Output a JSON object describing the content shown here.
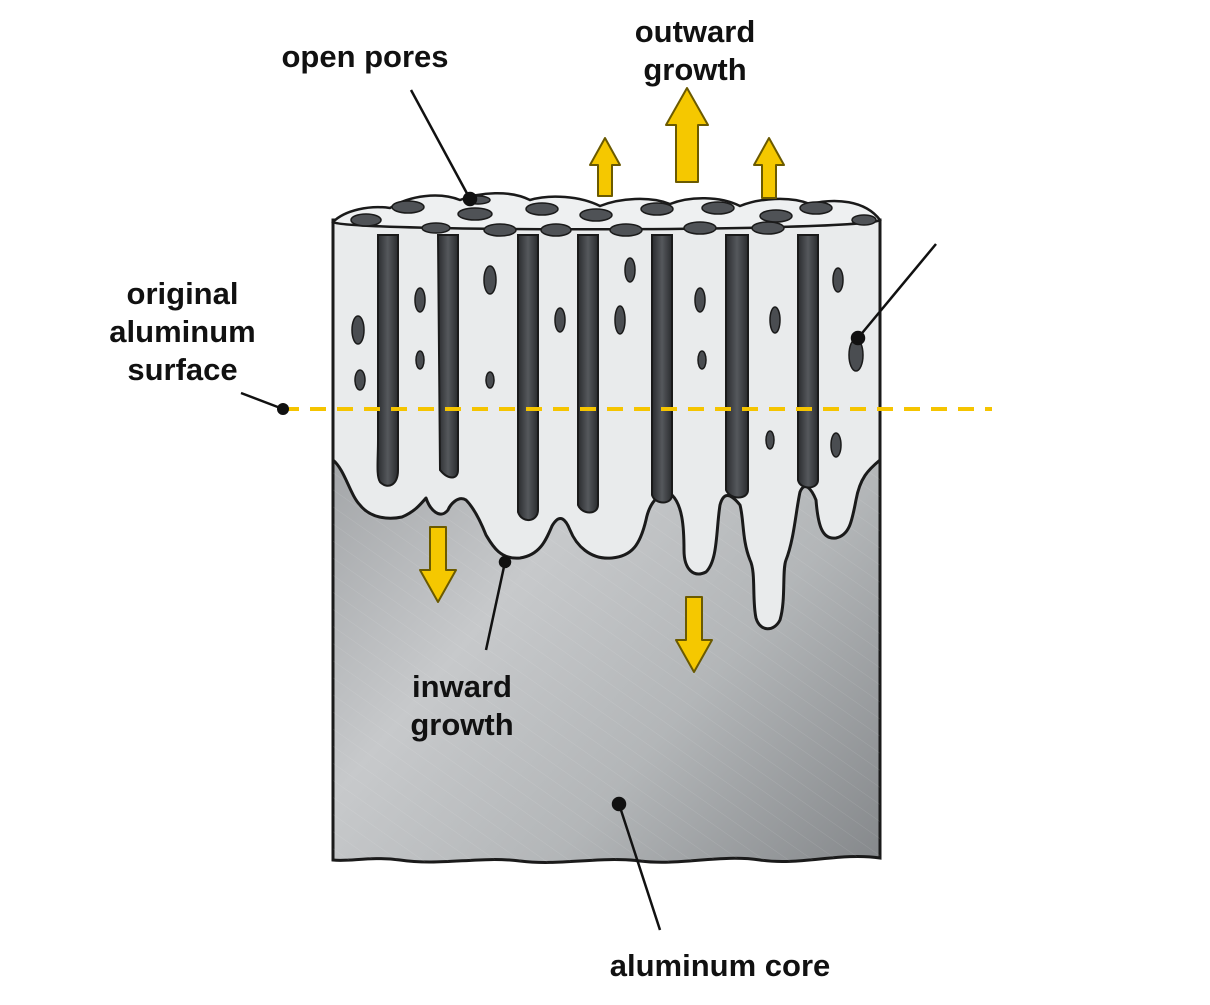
{
  "labels": {
    "open_pores": "open pores",
    "outward_growth": [
      "outward",
      "growth"
    ],
    "original_surface": [
      "original",
      "aluminum",
      "surface"
    ],
    "inward_growth": [
      "inward",
      "growth"
    ],
    "aluminum_core": "aluminum core"
  },
  "colors": {
    "arrow": "#f5c800",
    "arrow_outline": "#6b5a00",
    "surface_line": "#f5c400",
    "oxide": "#e8eaeb",
    "pore": "#3a3d40",
    "core_light": "#c9cbcd",
    "core_dark": "#8e9194",
    "ink": "#111111"
  }
}
